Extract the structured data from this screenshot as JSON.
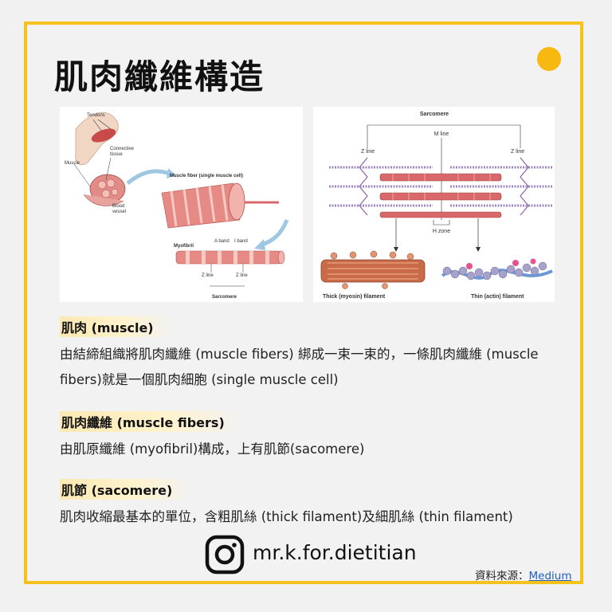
{
  "title": "肌肉纖維構造",
  "diagram_left": {
    "tendons": "Tendons",
    "connective_1": "Connective",
    "connective_2": "tissue",
    "muscle": "Muscle",
    "blood_1": "Blood",
    "blood_2": "vessel",
    "muscle_fiber": "Muscle fiber (single muscle cell)",
    "myofibril": "Myofibril",
    "a_band": "A band",
    "i_band": "I band",
    "z_line_1": "Z line",
    "z_line_2": "Z line",
    "sarcomere": "Sarcomere"
  },
  "diagram_right": {
    "sarcomere": "Sarcomere",
    "m_line": "M line",
    "z_line_left": "Z line",
    "z_line_right": "Z line",
    "h_zone": "H zone",
    "thick": "Thick (myosin) filament",
    "thin": "Thin (actin) filament"
  },
  "sections": [
    {
      "heading": "肌肉 (muscle)",
      "body": "由結締組織將肌肉纖維 (muscle fibers) 綁成一束一束的，一條肌肉纖維 (muscle fibers)就是一個肌肉細胞 (single muscle cell)"
    },
    {
      "heading": "肌肉纖維 (muscle fibers)",
      "body": "由肌原纖維 (myofibril)構成，上有肌節(sacomere)"
    },
    {
      "heading": "肌節 (sacomere)",
      "body": "肌肉收縮最基本的單位，含粗肌絲 (thick filament)及細肌絲 (thin filament)"
    }
  ],
  "footer": {
    "handle": "mr.k.for.dietitian",
    "source_label": "資料來源：",
    "source_link": "Medium",
    "icon": "instagram-icon"
  },
  "colors": {
    "frame": "#f4c21b",
    "dot": "#f7b80f",
    "heading_highlight": "#fbe9b2",
    "muscle": "#d9686a",
    "link": "#1f5fbf"
  }
}
